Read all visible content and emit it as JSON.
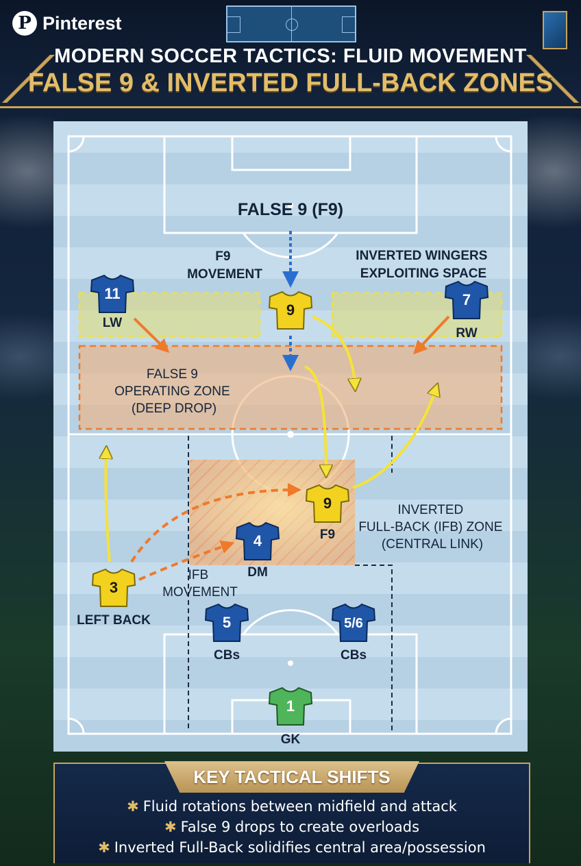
{
  "brand": {
    "name": "Pinterest",
    "logo_letter": "P"
  },
  "title": {
    "line1": "MODERN SOCCER TACTICS: FLUID MOVEMENT",
    "line2": "FALSE 9 & INVERTED FULL-BACK ZONES"
  },
  "pitch_labels": {
    "false9_heading": "FALSE 9 (F9)",
    "f9_movement": [
      "F9",
      "MOVEMENT"
    ],
    "inverted_wingers": [
      "INVERTED WINGERS",
      "EXPLOITING SPACE"
    ],
    "operating_zone": [
      "FALSE 9",
      "OPERATING ZONE",
      "(DEEP DROP)"
    ],
    "ifb_zone": [
      "INVERTED",
      "FULL-BACK (IFB) ZONE",
      "(CENTRAL LINK)"
    ],
    "ifb_movement": [
      "IFB",
      "MOVEMENT"
    ]
  },
  "players": [
    {
      "id": "lw",
      "number": "11",
      "label": "LW",
      "kit": "blue"
    },
    {
      "id": "f9-top",
      "number": "9",
      "label": "",
      "kit": "yellow"
    },
    {
      "id": "rw",
      "number": "7",
      "label": "RW",
      "kit": "blue"
    },
    {
      "id": "f9",
      "number": "9",
      "label": "F9",
      "kit": "yellow"
    },
    {
      "id": "dm",
      "number": "4",
      "label": "DM",
      "kit": "blue"
    },
    {
      "id": "left-back",
      "number": "3",
      "label": "LEFT BACK",
      "kit": "yellow"
    },
    {
      "id": "cb-left",
      "number": "5",
      "label": "CBs",
      "kit": "blue"
    },
    {
      "id": "cb-right",
      "number": "5/6",
      "label": "CBs",
      "kit": "blue"
    },
    {
      "id": "gk",
      "number": "1",
      "label": "GK",
      "kit": "green"
    }
  ],
  "colors": {
    "blue_kit": "#1f56a8",
    "yellow_kit": "#f2d21e",
    "green_kit": "#4fb55a",
    "orange_arrow": "#ee7a2a",
    "yellow_arrow": "#f5e23a",
    "blue_arrow": "#2a6fd0",
    "gold": "#c9a45a"
  },
  "footer": {
    "title": "KEY TACTICAL SHIFTS",
    "bullets": [
      "Fluid rotations between midfield and attack",
      "False 9 drops to create overloads",
      "Inverted Full-Back solidifies central area/possession"
    ]
  }
}
